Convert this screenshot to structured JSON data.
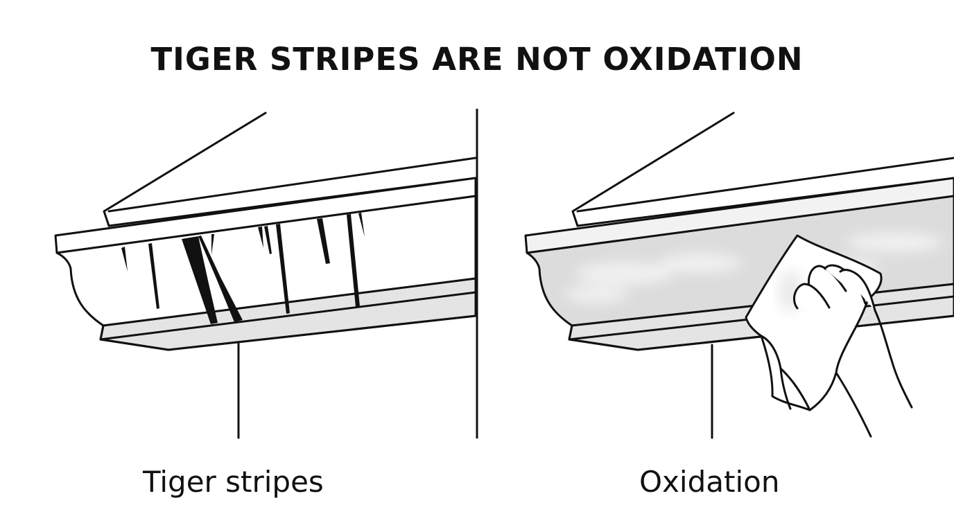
{
  "title": "TIGER STRIPES ARE NOT OXIDATION",
  "panels": [
    {
      "label": "Tiger stripes",
      "icon": "gutter-with-tiger-stripes"
    },
    {
      "label": "Oxidation",
      "icon": "gutter-being-wiped-with-cloth"
    }
  ],
  "colors": {
    "ink": "#111111",
    "background": "#ffffff",
    "oxidation_film": "#dcdcdc",
    "gutter_underside": "#e4e4e4"
  }
}
